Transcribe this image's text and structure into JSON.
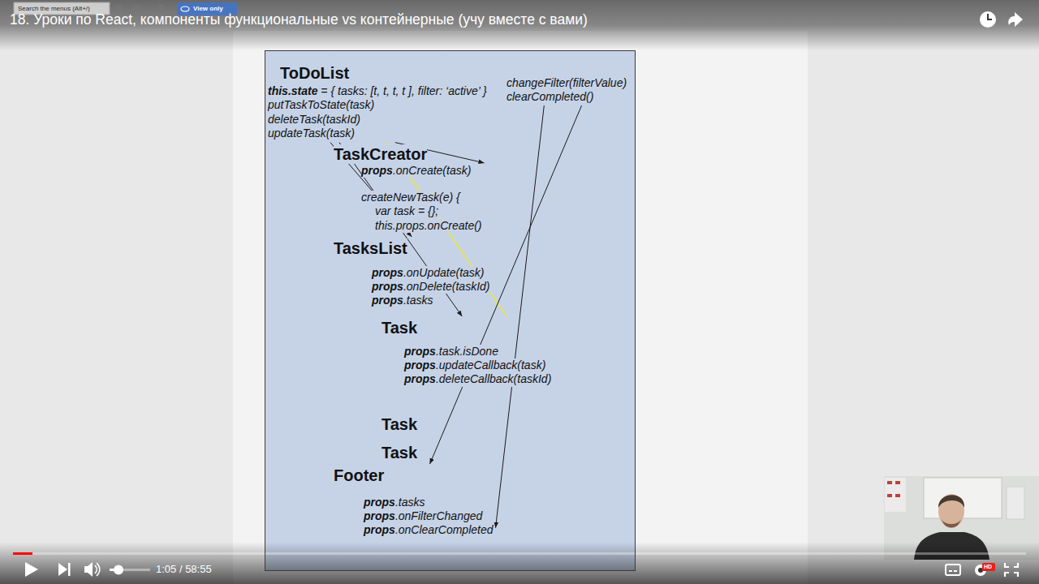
{
  "diagram": {
    "title": "18. Уроки по React, компоненты функциональные vs контейнерные (учу вместе с вами)",
    "nodes": [
      {
        "text": [
          "ToDoList"
        ]
      },
      {
        "text": [
          "this.state = { tasks: [t, t, t, t ], filter: ‘active’ }",
          "putTaskToState(task)",
          "deleteTask(taskId)",
          "updateTask(task)"
        ],
        "in": 0
      },
      {
        "text": [
          "changeFilter(filterValue)",
          "clearCompleted()"
        ],
        "in": 0
      },
      {
        "text": [
          "TaskCreator",
          "props.onCreate(task)",
          "createNewTask(e) {",
          "var task = {};",
          "this.props.onCreate()"
        ],
        "in": 0
      },
      {
        "text": [
          "TasksList",
          "props.onUpdate(task)",
          "props.onDelete(taskId)",
          "props.tasks"
        ],
        "in": 0
      },
      {
        "text": [
          "Task",
          "props.task.isDone",
          "props.updateCallback(task)",
          "props.deleteCallback(taskId)"
        ],
        "in": 0
      },
      {
        "text": [
          "Task"
        ],
        "in": 0
      },
      {
        "text": [
          "Task"
        ],
        "in": 0
      },
      {
        "text": [
          "Footer",
          "props.tasks",
          "props.onFilterChanged",
          "props.onClearCompleted"
        ],
        "in": 0
      }
    ],
    "edges": [
      {
        "from": 1,
        "to": 3,
        "arrow": "to"
      },
      {
        "from": 1,
        "to": 4,
        "arrow": "to"
      },
      {
        "from": 1,
        "to": 5,
        "arrow": "to"
      },
      {
        "from": 3,
        "to": 5,
        "arrow": "none"
      },
      {
        "from": 2,
        "to": 8,
        "arrow": "to"
      },
      {
        "from": 2,
        "to": 8,
        "arrow": "to"
      }
    ],
    "labels": [
      "Search the menus (Alt+/)",
      "View only",
      "1:05 / 58:55",
      "HD"
    ]
  }
}
